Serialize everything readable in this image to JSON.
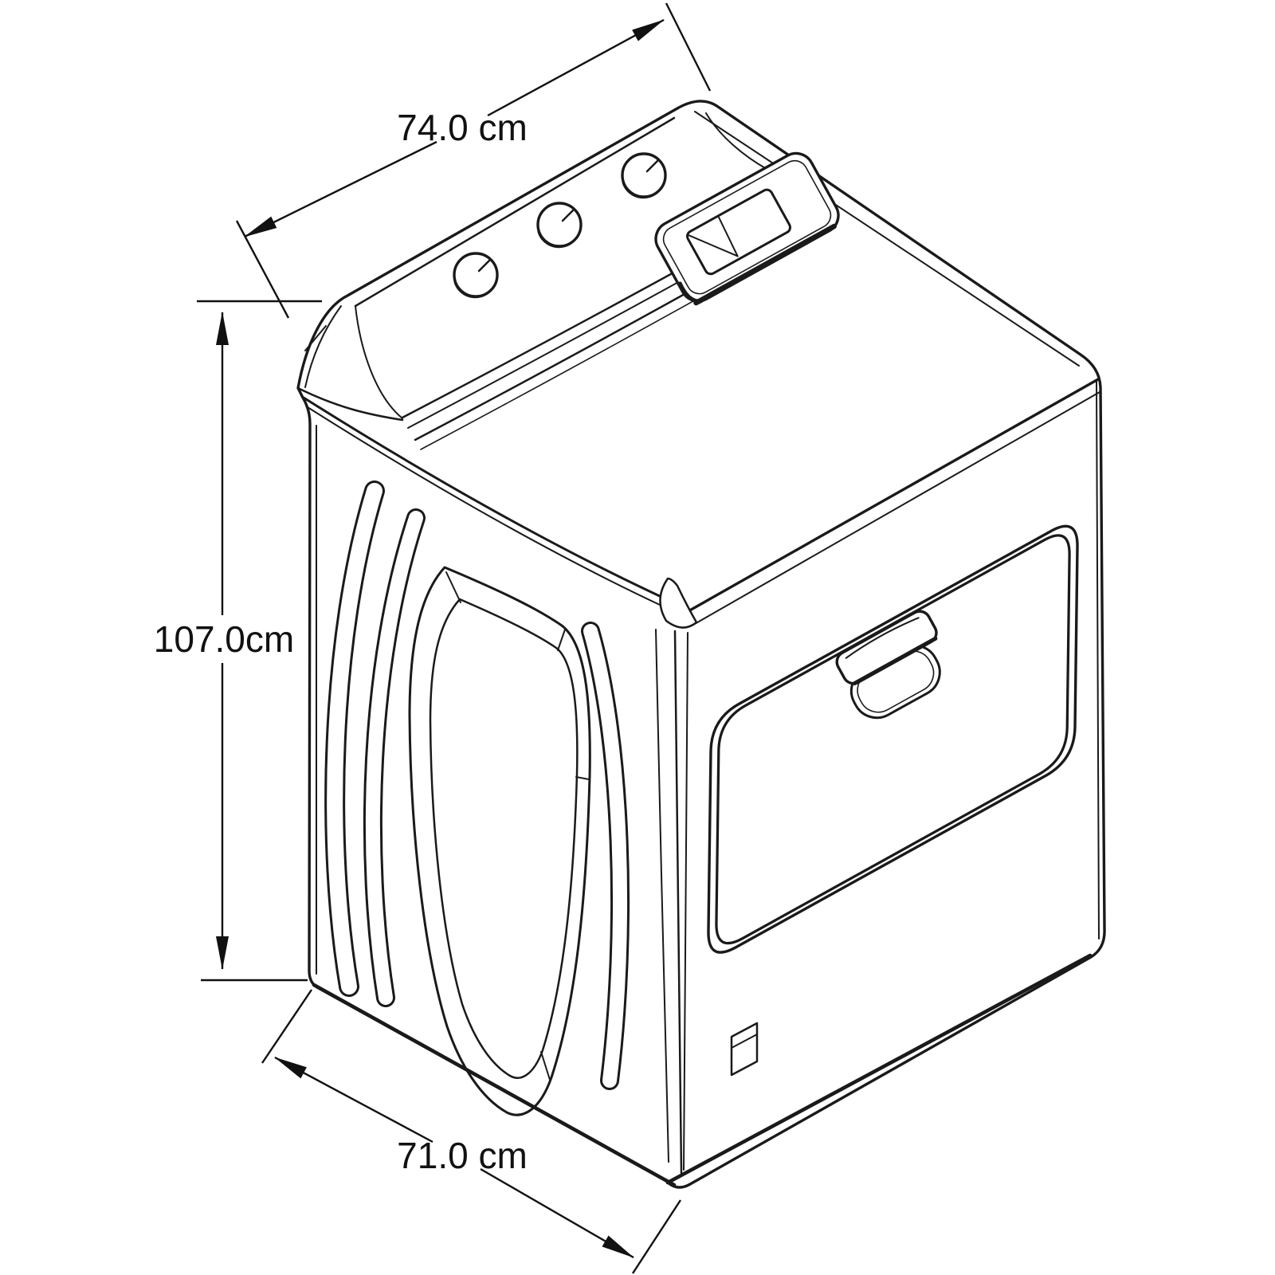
{
  "figure": {
    "type": "isometric-dimension-diagram",
    "subject": "Clothes dryer technical line drawing with overall dimensions",
    "background_color": "#ffffff",
    "line_color": "#1a1a1a"
  },
  "dimensions": {
    "depth": {
      "label": "74.0 cm",
      "value_cm": 74.0,
      "measures": "top rear edge (depth)"
    },
    "height": {
      "label": "107.0cm",
      "value_cm": 107.0,
      "measures": "left side overall height"
    },
    "width": {
      "label": "71.0 cm",
      "value_cm": 71.0,
      "measures": "bottom front edge (width)"
    }
  },
  "machine": {
    "control_knobs": 3,
    "features": [
      "rear-console-with-knobs",
      "lid-recess-grip",
      "embossed-side-panel-ribs",
      "front-door-with-handle",
      "model-badge"
    ]
  }
}
